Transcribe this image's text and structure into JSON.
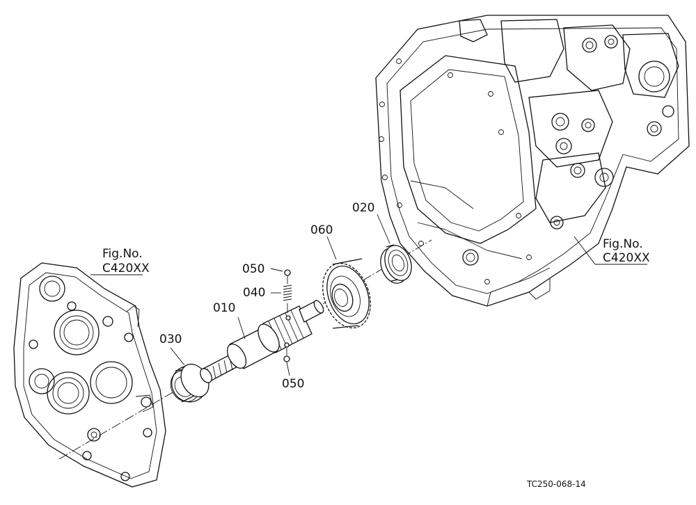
{
  "parts": {
    "p010": "010",
    "p020": "020",
    "p030": "030",
    "p040": "040",
    "p050_top": "050",
    "p050_bottom": "050",
    "p060": "060"
  },
  "refs": {
    "left": {
      "line1": "Fig.No.",
      "line2": "C420XX"
    },
    "right": {
      "line1": "Fig.No.",
      "line2": "C420XX"
    }
  },
  "drawing_id": "TC250-068-14"
}
